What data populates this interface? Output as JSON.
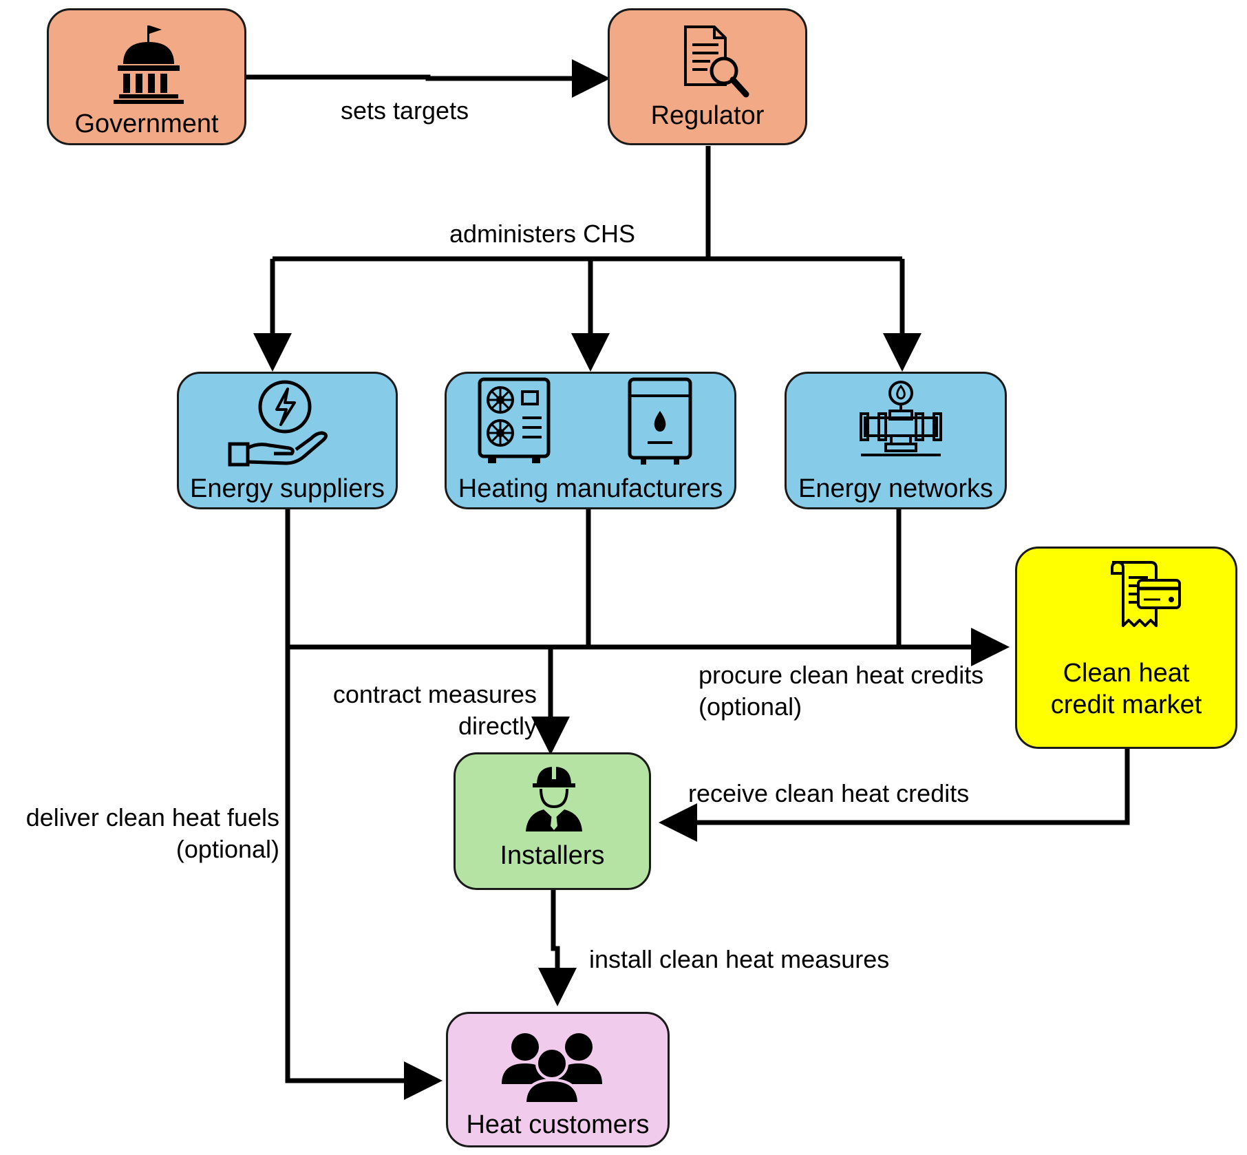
{
  "nodes": {
    "government": {
      "label": "Government",
      "icon": "government-building-icon"
    },
    "regulator": {
      "label": "Regulator",
      "icon": "document-magnifier-icon"
    },
    "energy_suppliers": {
      "label": "Energy suppliers",
      "icon": "hand-energy-icon"
    },
    "heating_manufacturers": {
      "label": "Heating manufacturers",
      "icon": "heat-pump-boiler-icon"
    },
    "energy_networks": {
      "label": "Energy networks",
      "icon": "gas-pipeline-icon"
    },
    "credit_market": {
      "label_line1": "Clean heat",
      "label_line2": "credit market",
      "icon": "receipt-card-icon"
    },
    "installers": {
      "label": "Installers",
      "icon": "worker-helmet-icon"
    },
    "heat_customers": {
      "label": "Heat customers",
      "icon": "people-group-icon"
    }
  },
  "edges": {
    "sets_targets": "sets targets",
    "administers": "administers CHS",
    "contract_line1": "contract measures",
    "contract_line2": "directly",
    "procure_line1": "procure clean heat credits",
    "procure_line2": "(optional)",
    "receive": "receive clean heat credits",
    "deliver_line1": "deliver clean heat fuels",
    "deliver_line2": "(optional)",
    "install": "install clean heat measures"
  },
  "colors": {
    "orange": "#f2a985",
    "blue": "#86cce9",
    "green": "#b4e3a4",
    "yellow": "#ffff00",
    "pink": "#f0cbec"
  }
}
